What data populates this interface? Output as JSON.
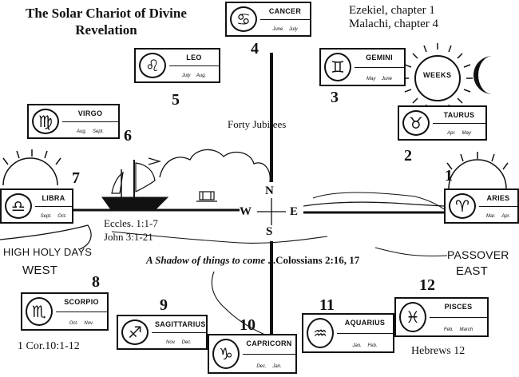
{
  "title": "The Solar Chariot of Divine Revelation",
  "references": {
    "ezekiel": "Ezekiel, chapter 1",
    "malachi": "Malachi, chapter 4",
    "eccles": "Eccles. 1:1-7",
    "john": "John 3:1-21",
    "corinthians": "1 Cor.10:1-12",
    "hebrews": "Hebrews 12"
  },
  "forty_jubilees": "Forty Jubilees",
  "weeks": "WEEKS",
  "compass": {
    "north": "N",
    "south": "S",
    "east": "E",
    "west": "W"
  },
  "labels": {
    "high_holy_days": "HIGH HOLY DAYS",
    "west": "WEST",
    "passover": "PASSOVER",
    "east": "EAST"
  },
  "shadow": {
    "italic": "A Shadow of things to come",
    "plain": "...Colossians 2:16, 17"
  },
  "signs": [
    {
      "key": "aries",
      "number": "1",
      "name": "ARIES",
      "months": "Mar. Apr.",
      "icon": "aries-icon"
    },
    {
      "key": "taurus",
      "number": "2",
      "name": "TAURUS",
      "months": "Apr. May",
      "icon": "taurus-icon"
    },
    {
      "key": "gemini",
      "number": "3",
      "name": "GEMINI",
      "months": "May June",
      "icon": "gemini-icon"
    },
    {
      "key": "cancer",
      "number": "4",
      "name": "CANCER",
      "months": "June July",
      "icon": "cancer-icon"
    },
    {
      "key": "leo",
      "number": "5",
      "name": "LEO",
      "months": "July Aug.",
      "icon": "leo-icon"
    },
    {
      "key": "virgo",
      "number": "6",
      "name": "VIRGO",
      "months": "Aug. Sept.",
      "icon": "virgo-icon"
    },
    {
      "key": "libra",
      "number": "7",
      "name": "LIBRA",
      "months": "Sept. Oct.",
      "icon": "libra-icon"
    },
    {
      "key": "scorpio",
      "number": "8",
      "name": "SCORPIO",
      "months": "Oct. Nov.",
      "icon": "scorpio-icon"
    },
    {
      "key": "sagittarius",
      "number": "9",
      "name": "SAGITTARIUS",
      "months": "Nov. Dec.",
      "icon": "sagittarius-icon"
    },
    {
      "key": "capricorn",
      "number": "10",
      "name": "CAPRICORN",
      "months": "Dec. Jan.",
      "icon": "capricorn-icon"
    },
    {
      "key": "aquarius",
      "number": "11",
      "name": "AQUARIUS",
      "months": "Jan. Feb.",
      "icon": "aquarius-icon"
    },
    {
      "key": "pisces",
      "number": "12",
      "name": "PISCES",
      "months": "Feb. March",
      "icon": "pisces-icon"
    }
  ]
}
